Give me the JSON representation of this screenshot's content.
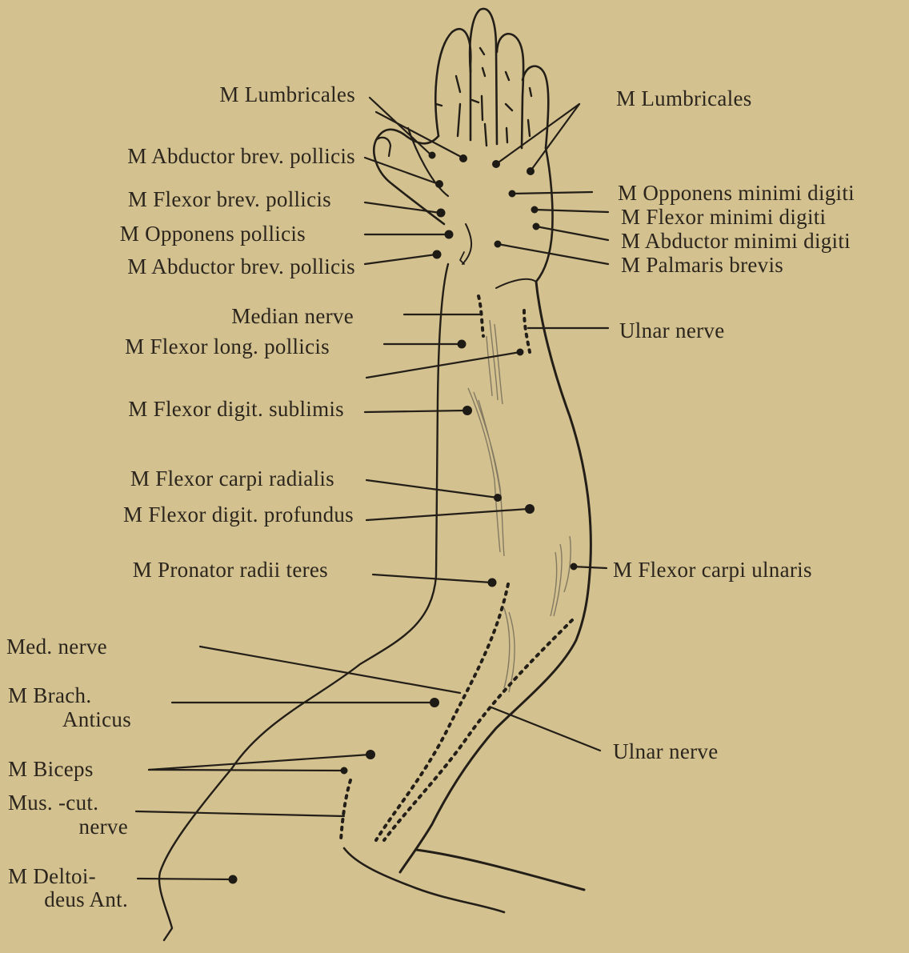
{
  "labels": {
    "lumbricales_left": "M Lumbricales",
    "lumbricales_right": "M Lumbricales",
    "abductor_brev_pollicis_1": "M Abductor brev. pollicis",
    "flexor_brev_pollicis": "M Flexor brev. pollicis",
    "opponens_pollicis": "M Opponens pollicis",
    "abductor_brev_pollicis_2": "M Abductor brev. pollicis",
    "opponens_minimi_digiti": "M Opponens minimi digiti",
    "flexor_minimi_digiti": "M Flexor minimi digiti",
    "abductor_minimi_digiti": "M Abductor minimi digiti",
    "palmaris_brevis": "M Palmaris brevis",
    "median_nerve": "Median nerve",
    "flexor_long_pollicis": "M Flexor long. pollicis",
    "ulnar_nerve_upper": "Ulnar nerve",
    "flexor_digit_sublimis": "M Flexor digit. sublimis",
    "flexor_carpi_radialis": "M Flexor carpi radialis",
    "flexor_digit_profundus": "M Flexor digit. profundus",
    "pronator_radii_teres": "M Pronator radii teres",
    "flexor_carpi_ulnaris": "M Flexor carpi ulnaris",
    "med_nerve": "Med. nerve",
    "brach_anticus_1": "M  Brach.",
    "brach_anticus_2": "Anticus",
    "ulnar_nerve_lower": "Ulnar nerve",
    "biceps": "M  Biceps",
    "mus_cut_nerve_1": "Mus.  -cut.",
    "mus_cut_nerve_2": "nerve",
    "deltoideus_1": "M  Deltoi-",
    "deltoideus_2": "deus Ant."
  },
  "colors": {
    "paper": "#d3c28f",
    "ink": "#231e18"
  }
}
